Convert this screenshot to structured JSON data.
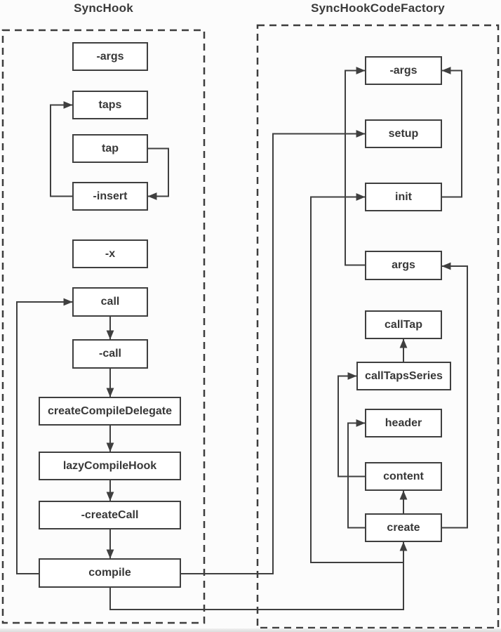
{
  "diagram": {
    "groups": [
      {
        "id": "synchook",
        "title": "SyncHook",
        "nodes": [
          "-args",
          "taps",
          "tap",
          "-insert",
          "-x",
          "call",
          "-call",
          "createCompileDelegate",
          "lazyCompileHook",
          "-createCall",
          "compile"
        ]
      },
      {
        "id": "synchookcodefactory",
        "title": "SyncHookCodeFactory",
        "nodes": [
          "-args",
          "setup",
          "init",
          "args",
          "callTap",
          "callTapsSeries",
          "header",
          "content",
          "create"
        ]
      }
    ],
    "edges": [
      {
        "from": "tap",
        "to": "-insert"
      },
      {
        "from": "-insert",
        "to": "taps"
      },
      {
        "from": "call",
        "to": "-call"
      },
      {
        "from": "-call",
        "to": "createCompileDelegate"
      },
      {
        "from": "createCompileDelegate",
        "to": "lazyCompileHook"
      },
      {
        "from": "lazyCompileHook",
        "to": "-createCall"
      },
      {
        "from": "-createCall",
        "to": "compile"
      },
      {
        "from": "compile",
        "to": "call"
      },
      {
        "from": "compile",
        "to": "setup"
      },
      {
        "from": "compile",
        "to": "create"
      },
      {
        "from": "compile",
        "to": "init"
      },
      {
        "from": "init",
        "to": "-args"
      },
      {
        "from": "args",
        "to": "-args"
      },
      {
        "from": "create",
        "to": "args"
      },
      {
        "from": "create",
        "to": "content"
      },
      {
        "from": "create",
        "to": "header"
      },
      {
        "from": "content",
        "to": "callTapsSeries"
      },
      {
        "from": "callTapsSeries",
        "to": "callTap"
      }
    ],
    "colors": {
      "line": "#3f3f3f",
      "box_border": "#3f3f3f",
      "box_fill": "#ffffff",
      "text": "#3a3a3a",
      "background": "#fcfcfc"
    }
  }
}
